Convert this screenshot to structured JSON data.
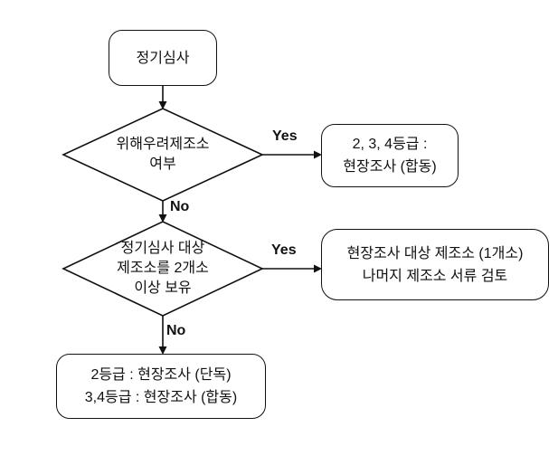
{
  "diagram": {
    "type": "flowchart",
    "background_color": "#ffffff",
    "line_color": "#111111",
    "nodes": {
      "start": {
        "shape": "rounded-rect",
        "label": "정기심사"
      },
      "decision1": {
        "shape": "diamond",
        "lines": [
          "위해우려제조소",
          "여부"
        ]
      },
      "result1": {
        "shape": "rounded-rect",
        "lines": [
          "2, 3, 4등급 :",
          "현장조사 (합동)"
        ]
      },
      "decision2": {
        "shape": "diamond",
        "lines": [
          "정기심사 대상",
          "제조소를 2개소",
          "이상 보유"
        ]
      },
      "result2": {
        "shape": "rounded-rect",
        "lines": [
          "현장조사 대상 제조소 (1개소)",
          "나머지 제조소 서류 검토"
        ]
      },
      "result3": {
        "shape": "rounded-rect",
        "lines": [
          "2등급 : 현장조사 (단독)",
          "3,4등급 : 현장조사 (합동)"
        ]
      }
    },
    "edges": {
      "decision1_yes_label": "Yes",
      "decision1_no_label": "No",
      "decision2_yes_label": "Yes",
      "decision2_no_label": "No"
    }
  }
}
